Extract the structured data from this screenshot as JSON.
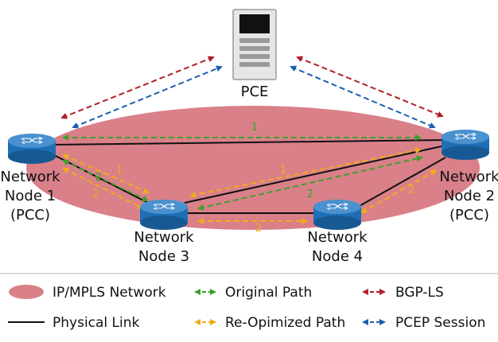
{
  "pce": {
    "label": "PCE"
  },
  "nodes": {
    "node1": {
      "line1": "Network",
      "line2": "Node 1",
      "line3": "(PCC)"
    },
    "node2": {
      "line1": "Network",
      "line2": "Node 2",
      "line3": "(PCC)"
    },
    "node3": {
      "line1": "Network",
      "line2": "Node 3"
    },
    "node4": {
      "line1": "Network",
      "line2": "Node 4"
    }
  },
  "path_labels": {
    "original_top": "1",
    "original_node1_node3": "2",
    "original_node3_node2": "2",
    "reopt_node1_node3_a": "1",
    "reopt_node1_node3_b": "2",
    "reopt_node3_node2": "1",
    "reopt_node3_node4": "2",
    "reopt_node4_node2": "2"
  },
  "legend": {
    "ipmpls": "IP/MPLS Network",
    "original": "Original Path",
    "bgpls": "BGP-LS",
    "physical": "Physical Link",
    "reopt": "Re-Opimized Path",
    "pcep": "PCEP Session"
  },
  "colors": {
    "network": "#d98089",
    "original": "#3ea02a",
    "reopt": "#f0ac1a",
    "bgpls": "#b0202a",
    "pcep": "#1a5fb0",
    "router": "#1f6fb5"
  }
}
